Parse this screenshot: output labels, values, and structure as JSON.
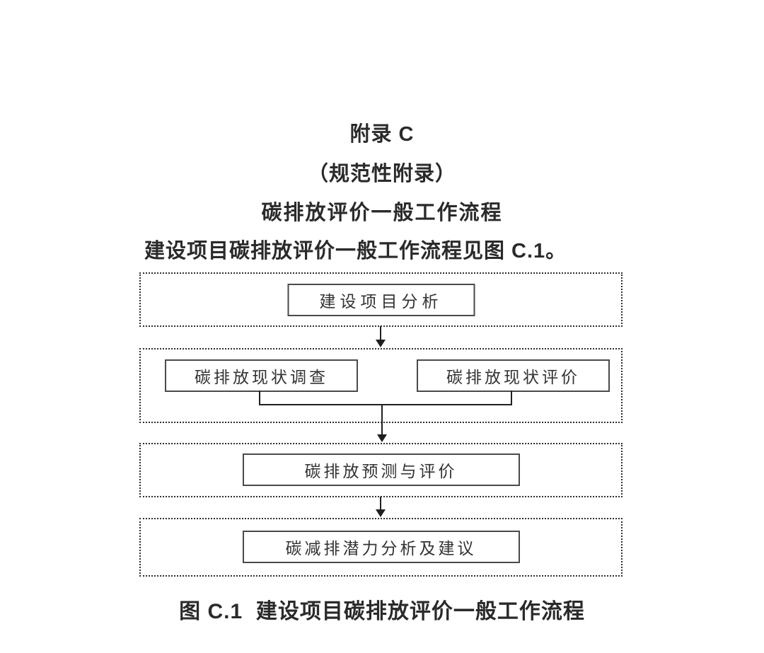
{
  "document": {
    "appendix_title": "附录 C",
    "appendix_type": "（规范性附录）",
    "appendix_subtitle": "碳排放评价一般工作流程",
    "intro_text": "建设项目碳排放评价一般工作流程见图 C.1。",
    "figure_caption": "图 C.1  建设项目碳排放评价一般工作流程"
  },
  "flowchart": {
    "steps": {
      "step1": "建设项目分析",
      "step2a": "碳排放现状调查",
      "step2b": "碳排放现状评价",
      "step3": "碳排放预测与评价",
      "step4": "碳减排潜力分析及建议"
    },
    "flow": [
      "step1 -> step2a+step2b",
      "step2a+step2b -> step3",
      "step3 -> step4"
    ]
  },
  "colors": {
    "background": "#ffffff",
    "text": "#2a2a2a",
    "box_text": "#333333",
    "solid_box_border": "#4a4a4a",
    "dotted_container_border": "#2e2e2e",
    "connector": "#1f1f1f"
  }
}
